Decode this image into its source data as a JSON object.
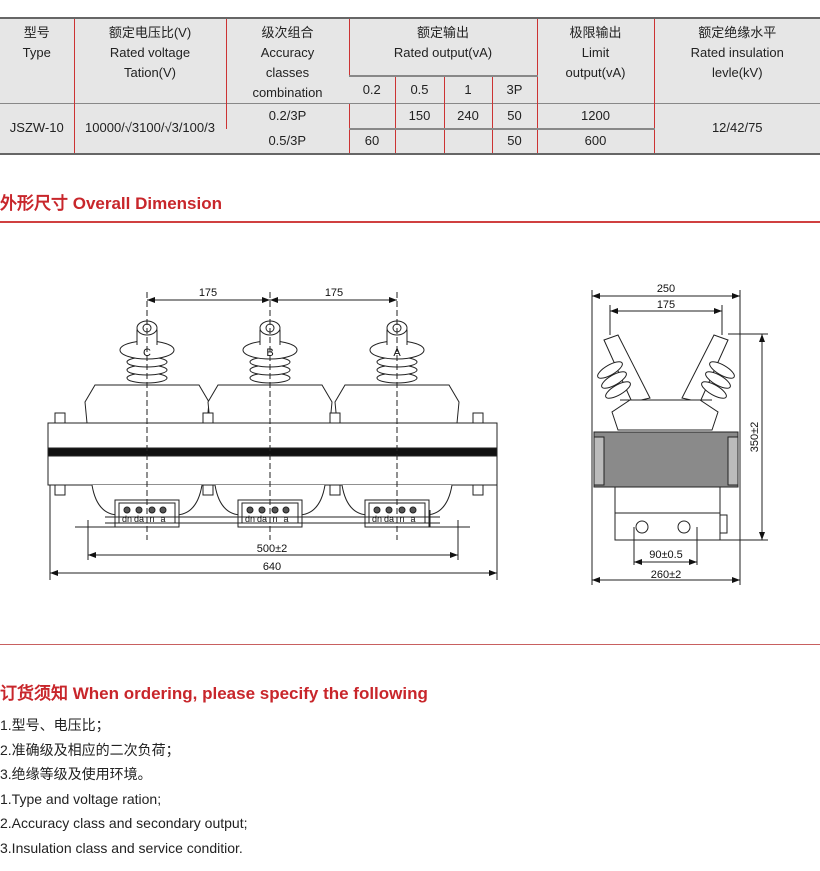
{
  "table": {
    "headers": {
      "type": [
        "型号",
        "Type"
      ],
      "voltage": [
        "额定电压比(V)",
        "Rated voltage",
        "Tation(V)"
      ],
      "accuracy": [
        "级次组合",
        "Accuracy",
        "classes",
        "combination"
      ],
      "rated_output": [
        "额定输出",
        "Rated output(vA)"
      ],
      "rated_output_sub": [
        "0.2",
        "0.5",
        "1",
        "3P"
      ],
      "limit": [
        "极限输出",
        "Limit",
        "output(vA)"
      ],
      "insulation": [
        "额定绝缘水平",
        "Rated insulation",
        "levle(kV)"
      ]
    },
    "row": {
      "type": "JSZW-10",
      "voltage": "10000/√3100/√3/100/3",
      "insulation": "12/42/75",
      "combos": [
        {
          "accuracy": "0.2/3P",
          "o02": "",
          "o05": "150",
          "o1": "240",
          "o3p": "50",
          "limit": "1200"
        },
        {
          "accuracy": "0.5/3P",
          "o02": "60",
          "o05": "",
          "o1": "",
          "o3p": "50",
          "limit": "600"
        }
      ]
    }
  },
  "section1": {
    "title": "外形尺寸  Overall Dimension"
  },
  "front_view": {
    "dim_spacing_1": "175",
    "dim_spacing_2": "175",
    "dim_mount": "500±2",
    "dim_total": "640",
    "phases": [
      "C",
      "B",
      "A"
    ],
    "terminals": [
      "dn",
      "da",
      "n",
      "a"
    ]
  },
  "side_view": {
    "dim_width": "250",
    "dim_bushing": "175",
    "dim_height": "350±2",
    "dim_holes": "90±0.5",
    "dim_base": "260±2"
  },
  "section2": {
    "title": "订货须知  When ordering, please specify the following",
    "items": [
      "1.型号、电压比；",
      "2.准确级及相应的二次负荷；",
      "3.绝缘等级及使用环境。",
      "1.Type and voltage ration;",
      "2.Accuracy class and secondary output;",
      "3.Insulation class and service conditior."
    ]
  }
}
